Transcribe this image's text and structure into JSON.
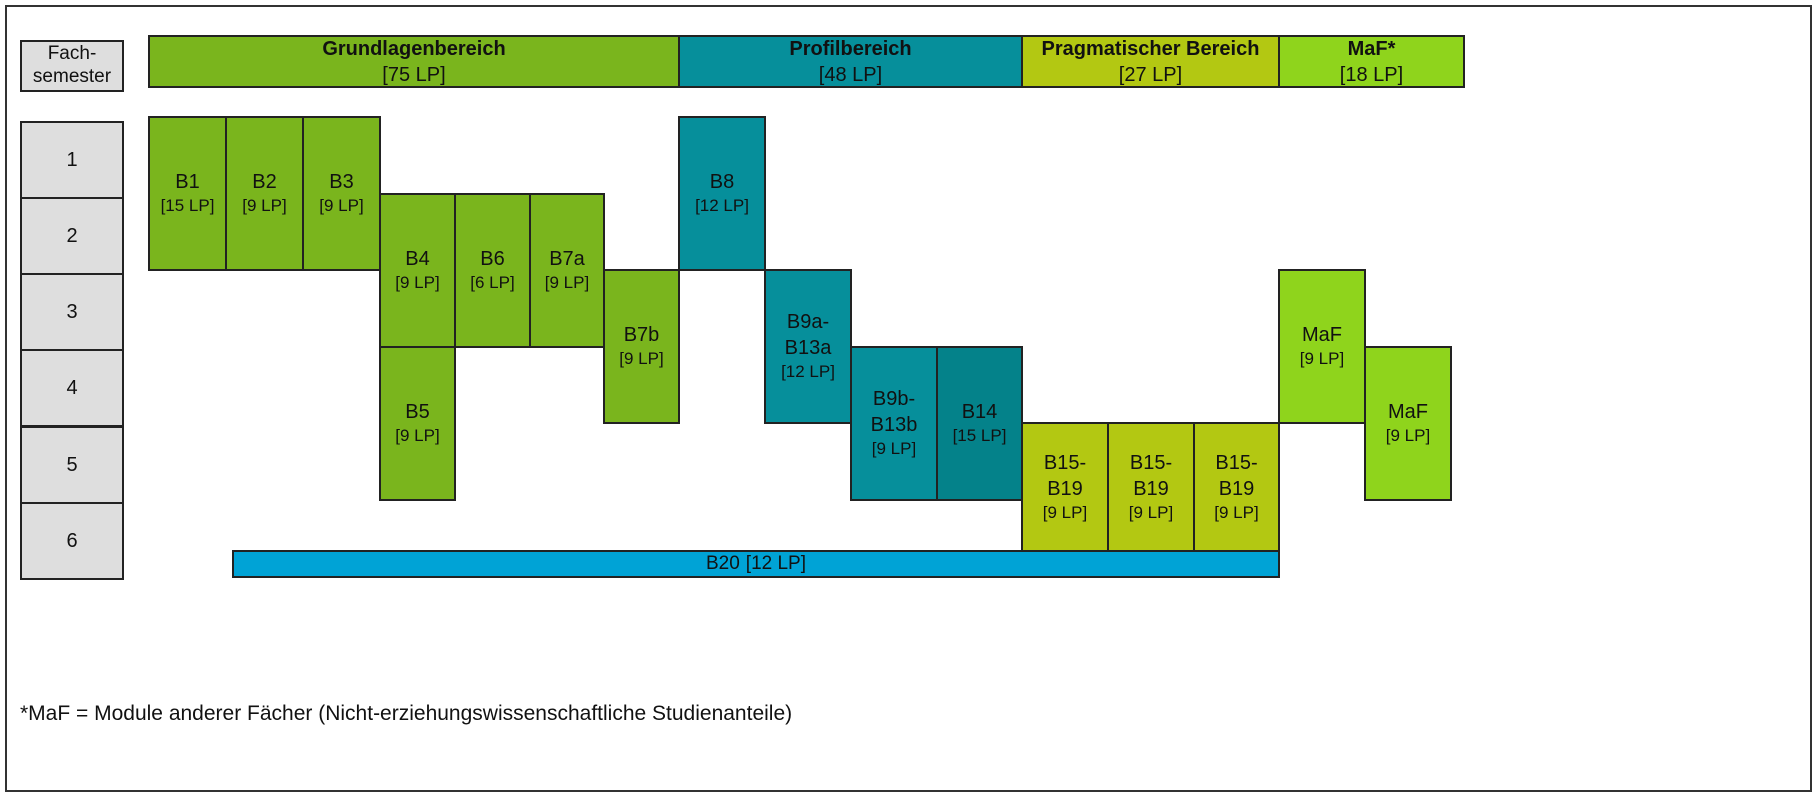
{
  "semester_header": "Fach-\nsemester",
  "semesters": [
    "1",
    "2",
    "3",
    "4",
    "5",
    "6"
  ],
  "areas": [
    {
      "title": "Grundlagenbereich",
      "lp": "[75 LP]",
      "color": "#7ab51d"
    },
    {
      "title": "Profilbereich",
      "lp": "[48 LP]",
      "color": "#068f9b"
    },
    {
      "title": "Pragmatischer Bereich",
      "lp": "[27 LP]",
      "color": "#b3c812"
    },
    {
      "title": "MaF*",
      "lp": "[18 LP]",
      "color": "#8fd41c"
    }
  ],
  "modules": {
    "b1": {
      "label": "B1",
      "lp": "[15 LP]"
    },
    "b2": {
      "label": "B2",
      "lp": "[9 LP]"
    },
    "b3": {
      "label": "B3",
      "lp": "[9 LP]"
    },
    "b4": {
      "label": "B4",
      "lp": "[9 LP]"
    },
    "b5": {
      "label": "B5",
      "lp": "[9 LP]"
    },
    "b6": {
      "label": "B6",
      "lp": "[6 LP]"
    },
    "b7a": {
      "label": "B7a",
      "lp": "[9 LP]"
    },
    "b7b": {
      "label": "B7b",
      "lp": "[9 LP]"
    },
    "b8": {
      "label": "B8",
      "lp": "[12 LP]"
    },
    "b9a": {
      "label": "B9a-\nB13a",
      "lp": "[12 LP]"
    },
    "b9b": {
      "label": "B9b-\nB13b",
      "lp": "[9 LP]"
    },
    "b14": {
      "label": "B14",
      "lp": "[15 LP]"
    },
    "b15_1": {
      "label": "B15-\nB19",
      "lp": "[9 LP]"
    },
    "b15_2": {
      "label": "B15-\nB19",
      "lp": "[9 LP]"
    },
    "b15_3": {
      "label": "B15-\nB19",
      "lp": "[9 LP]"
    },
    "maf1": {
      "label": "MaF",
      "lp": "[9 LP]"
    },
    "maf2": {
      "label": "MaF",
      "lp": "[9 LP]"
    },
    "b20": {
      "label": "B20",
      "lp": "[12 LP]"
    }
  },
  "footnote": "*MaF = Module anderer Fächer (Nicht-erziehungswissenschaftliche Studienanteile)"
}
